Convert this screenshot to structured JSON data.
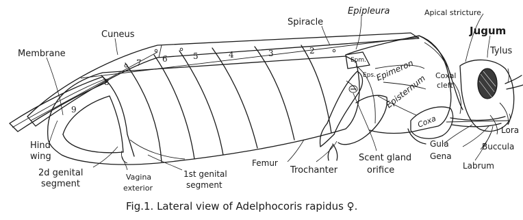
{
  "figure": {
    "caption": "Fig.1. Lateral view of Adelphocoris rapidus ♀.",
    "labels": {
      "membrane": "Membrane",
      "cuneus": "Cuneus",
      "spiracle": "Spiracle",
      "epipleura": "Epipleura",
      "apical_stricture": "Apical stricture",
      "jugum": "Jugum",
      "tylus": "Tylus",
      "coxal_cleft_1": "Coxal",
      "coxal_cleft_2": "cleft",
      "epimeron": "Epimeron",
      "episternum": "Episternum",
      "coxa": "Coxa",
      "lora": "Lora",
      "gula": "Gula",
      "gena": "Gena",
      "buccula": "Buccula",
      "labrum": "Labrum",
      "scent_gland_1": "Scent gland",
      "scent_gland_2": "orifice",
      "trochanter": "Trochanter",
      "femur": "Femur",
      "first_genital_1": "1st genital",
      "first_genital_2": "segment",
      "vagina_1": "Vagina",
      "vagina_2": "exterior",
      "second_genital_1": "2d genital",
      "second_genital_2": "segment",
      "hind_wing_1": "Hind",
      "hind_wing_2": "wing",
      "epm": "Epm.",
      "eps": "Eps."
    },
    "segment_numbers": [
      "2",
      "3",
      "4",
      "5",
      "6",
      "7",
      "8",
      "9"
    ]
  }
}
